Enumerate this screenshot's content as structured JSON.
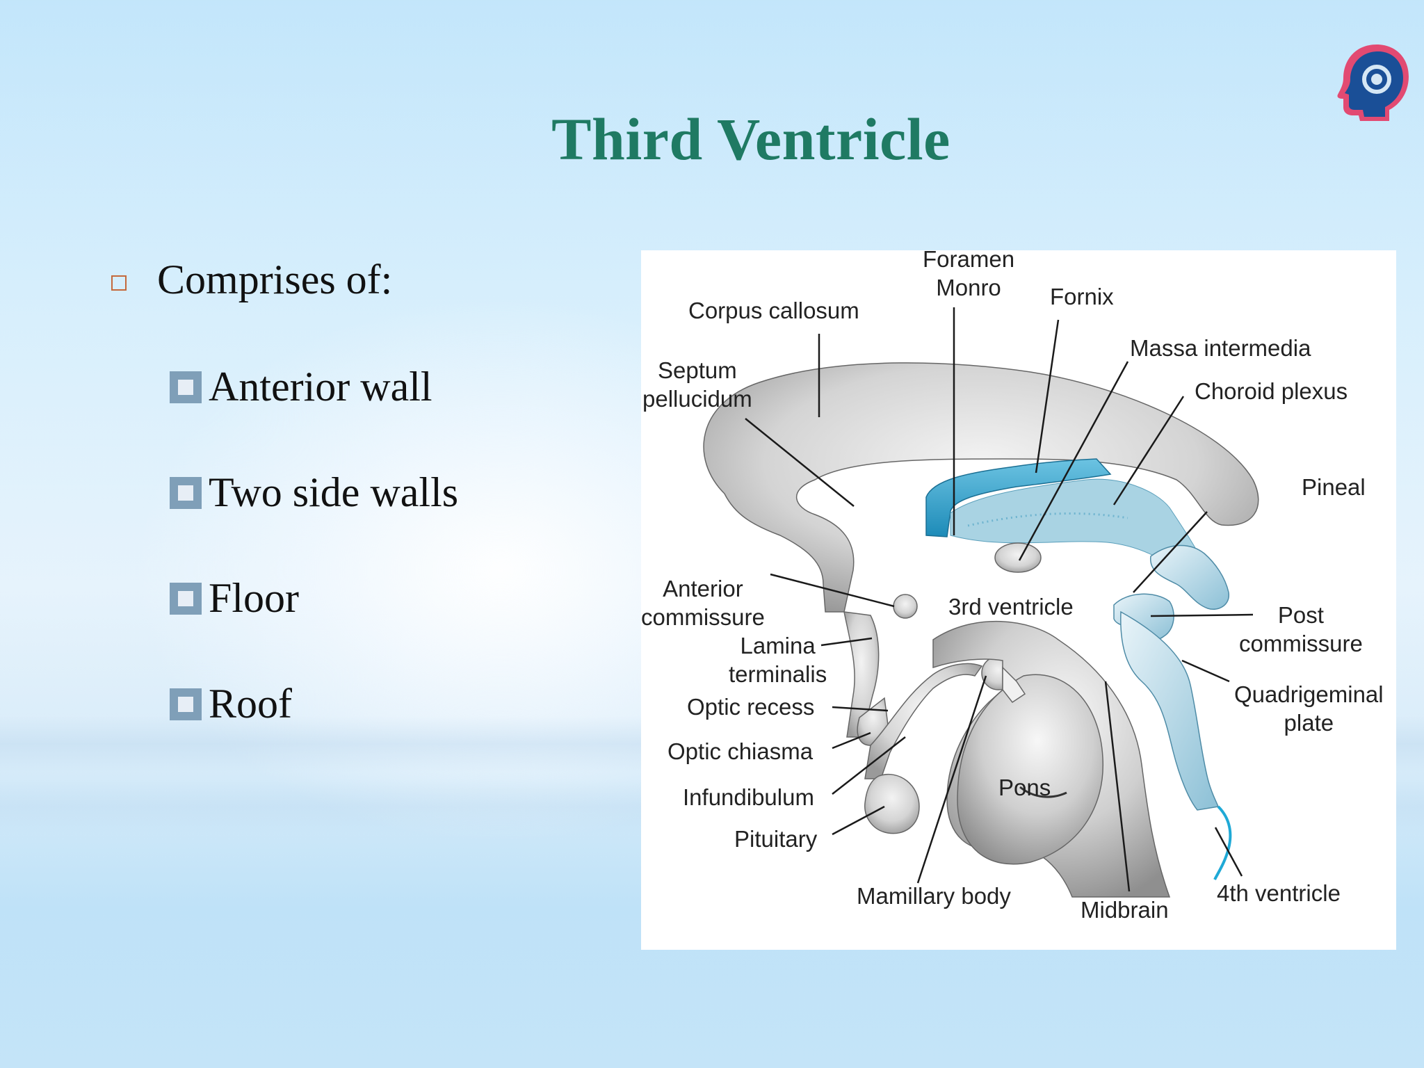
{
  "slide": {
    "title": "Third Ventricle",
    "bullet_main": "Comprises of:",
    "sub_items": [
      {
        "label": "Anterior wall"
      },
      {
        "label": "Two side walls"
      },
      {
        "label": "Floor"
      },
      {
        "label": "Roof"
      }
    ]
  },
  "diagram": {
    "labels": {
      "foramen_monro_1": "Foramen",
      "foramen_monro_2": "Monro",
      "fornix": "Fornix",
      "corpus_callosum": "Corpus callosum",
      "massa_intermedia": "Massa intermedia",
      "septum_1": "Septum",
      "septum_2": "pellucidum",
      "choroid_plexus": "Choroid plexus",
      "pineal": "Pineal",
      "anterior_commissure_1": "Anterior",
      "anterior_commissure_2": "commissure",
      "third_ventricle": "3rd ventricle",
      "post_commissure_1": "Post",
      "post_commissure_2": "commissure",
      "lamina_terminalis_1": "Lamina",
      "lamina_terminalis_2": "terminalis",
      "quadrigeminal_1": "Quadrigeminal",
      "quadrigeminal_2": "plate",
      "optic_recess": "Optic recess",
      "optic_chiasma": "Optic chiasma",
      "infundibulum": "Infundibulum",
      "pons": "Pons",
      "pituitary": "Pituitary",
      "mamillary_body": "Mamillary body",
      "midbrain": "Midbrain",
      "fourth_ventricle": "4th ventricle"
    },
    "colors": {
      "tissue": "#d8d8d8",
      "ventricle_blue": "#2ea3cc",
      "choroid_blue": "#8fc8dc",
      "outline": "#555555"
    }
  },
  "logo": {
    "icon": "head-profile-icon",
    "colors": {
      "outer": "#e24a72",
      "inner": "#1a4f97"
    }
  }
}
